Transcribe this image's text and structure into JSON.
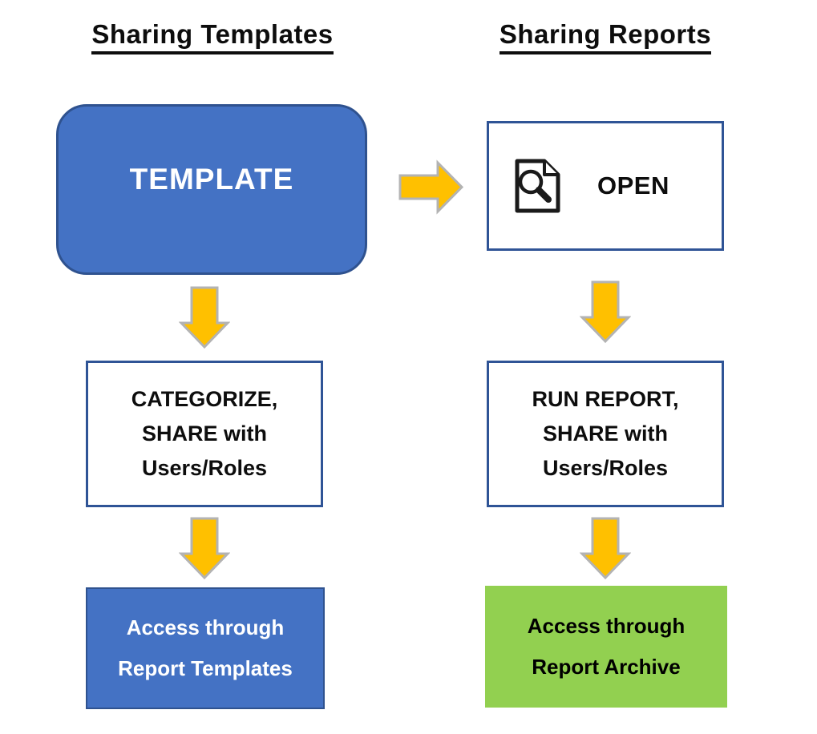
{
  "diagram": {
    "left_column": {
      "title": "Sharing Templates",
      "template_box": {
        "label": "TEMPLATE"
      },
      "categorize_box": {
        "lines": [
          "CATEGORIZE,",
          "SHARE with",
          "Users/Roles"
        ]
      },
      "access_box": {
        "lines": [
          "Access through",
          "Report Templates"
        ]
      }
    },
    "right_column": {
      "title": "Sharing Reports",
      "open_box": {
        "label": "OPEN",
        "icon": "document-search-icon"
      },
      "run_box": {
        "lines": [
          "RUN REPORT,",
          "SHARE with",
          "Users/Roles"
        ]
      },
      "access_box": {
        "lines": [
          "Access through",
          "Report Archive"
        ]
      }
    },
    "colors": {
      "blue_fill": "#4472C4",
      "blue_border": "#2F528F",
      "white_box_border": "#2F5496",
      "arrow_fill": "#FFC000",
      "arrow_outline": "#B3B3B3",
      "green_fill": "#92D050",
      "title_text": "#0D0D0D"
    }
  }
}
